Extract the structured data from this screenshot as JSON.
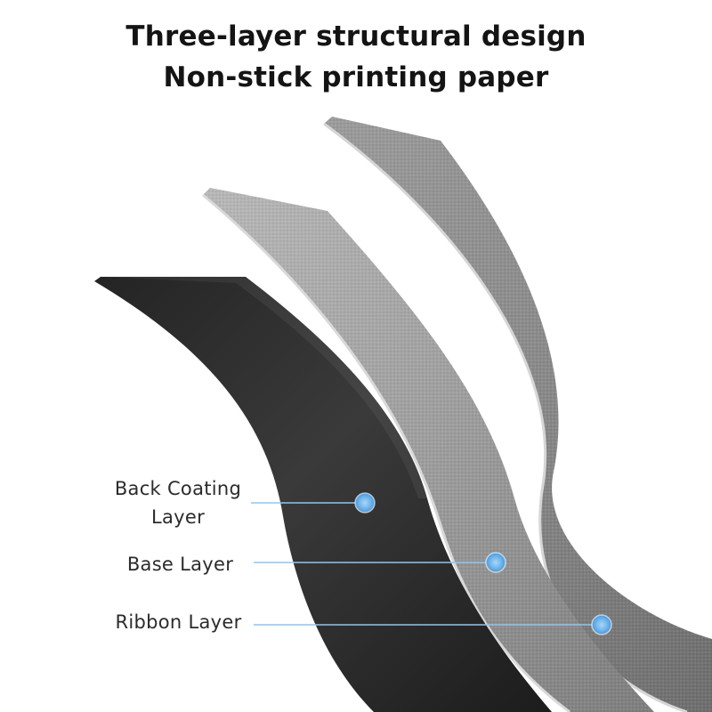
{
  "title": {
    "line1": "Three-layer structural design",
    "line2": "Non-stick printing paper"
  },
  "labels": {
    "back_coating_line1": "Back Coating",
    "back_coating_line2": "Layer",
    "base": "Base Layer",
    "ribbon": "Ribbon Layer"
  },
  "colors": {
    "back_coating_layer": "#2e2e2e",
    "base_layer": "#9a9a9a",
    "ribbon_layer": "#8c8c8c",
    "callout_dot": "#6fb4ec",
    "callout_line": "#8ec6ee"
  }
}
